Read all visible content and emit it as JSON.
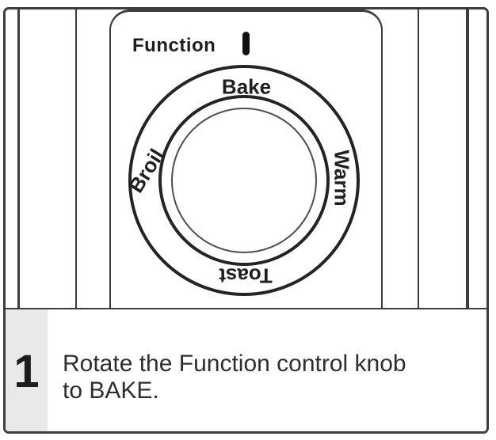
{
  "figure": {
    "panel": {
      "function_label": "Function",
      "knob": {
        "labels": {
          "top": "Bake",
          "right": "Warm",
          "bottom": "Toast",
          "left": "Broil"
        }
      }
    },
    "step": {
      "number": "1",
      "instruction_lines": {
        "line1": "Rotate the Function control knob",
        "line2": "to BAKE."
      }
    },
    "colors": {
      "line": "#3d3d3d",
      "knob_stroke": "#242424",
      "step_box_bg": "#e9e9e9",
      "text": "#2e2e2e"
    }
  }
}
